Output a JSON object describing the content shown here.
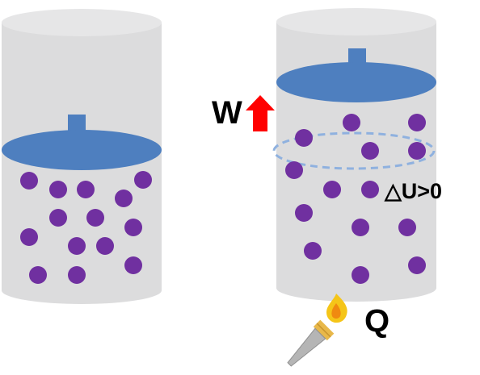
{
  "labels": {
    "work": "W",
    "delta_u": "△U>0",
    "heat": "Q"
  },
  "colors": {
    "cylinder_body": "#dcdcdd",
    "cylinder_top": "#e6e6e7",
    "piston": "#4e7fbf",
    "particle": "#7030a0",
    "arrow": "#ff0000",
    "flame_outer": "#f5c518",
    "flame_inner": "#f08a10",
    "torch_handle": "#b5b5b5",
    "torch_band": "#e8b84a"
  },
  "icons": {
    "arrow": "up-arrow-icon",
    "flame": "flame-icon",
    "torch": "torch-icon"
  }
}
